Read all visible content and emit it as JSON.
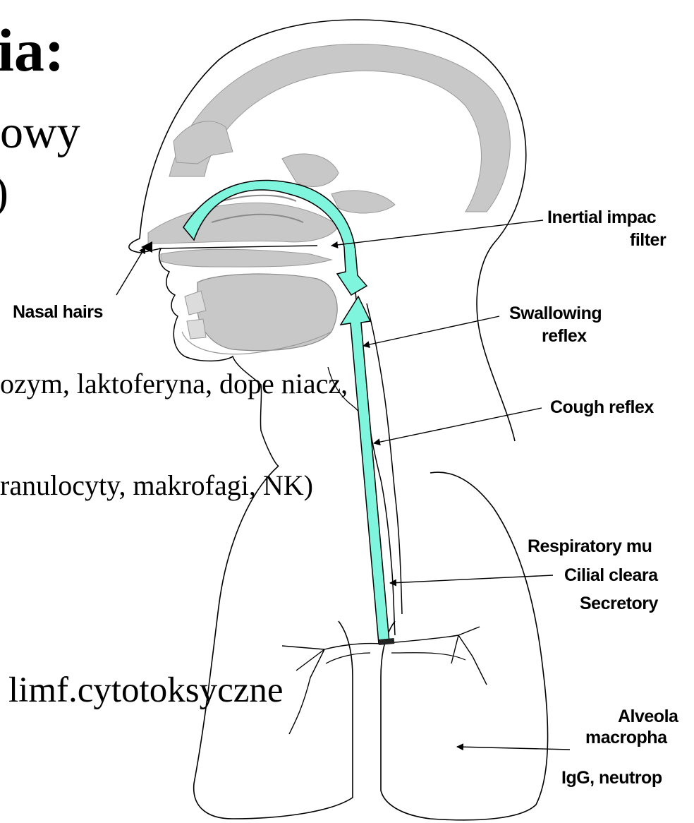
{
  "slide_text": {
    "title_fragment": "ia:",
    "line2_fragment": "owy",
    "line3_fragment": ")",
    "line4_fragment": "ozym, laktoferyna, dope",
    "line4_fragment_b": "niacz,",
    "line5_fragment": "ranulocyty, makrofagi, N",
    "line5_fragment_b": "K)",
    "line6_fragment": "limf.cytotoksyczne"
  },
  "labels": {
    "nasal_hairs": "Nasal hairs",
    "inertial_line1": "Inertial impac",
    "inertial_line2": "filter",
    "swallowing_line1": "Swallowing",
    "swallowing_line2": "reflex",
    "cough": "Cough reflex",
    "respiratory": "Respiratory mu",
    "cilial": "Cilial cleara",
    "secretory": "Secretory",
    "alveolar_line1": "Alveola",
    "alveolar_line2": "macropha",
    "igg": "IgG, neutrop"
  },
  "colors": {
    "arrow_fill": "#7ff5de",
    "arrow_fill_dark": "#6ccfb4",
    "tissue_gray": "#c8c8c8",
    "outline": "#000000"
  }
}
